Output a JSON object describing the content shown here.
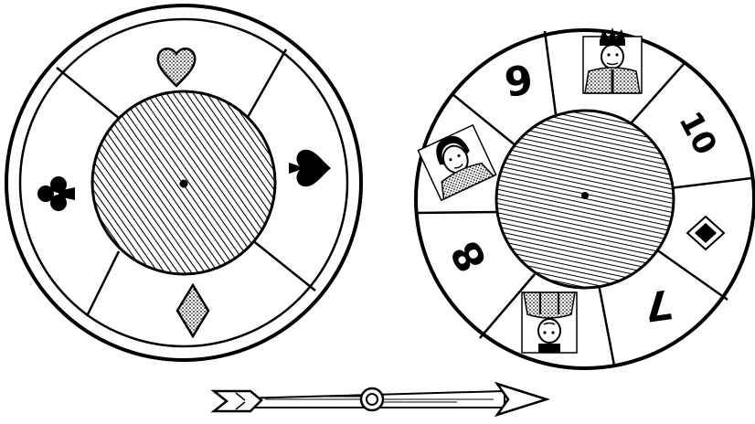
{
  "left_wheel": {
    "symbols": [
      "heart",
      "spade",
      "diamond",
      "club"
    ]
  },
  "right_wheel": {
    "labels": [
      "9",
      "10",
      "7",
      "8"
    ],
    "faces": [
      "king",
      "queen",
      "jack"
    ],
    "suit": "diamond"
  },
  "pointer": {
    "icon": "arrow-icon"
  },
  "colors": {
    "ink": "#000000",
    "paper": "#ffffff"
  }
}
